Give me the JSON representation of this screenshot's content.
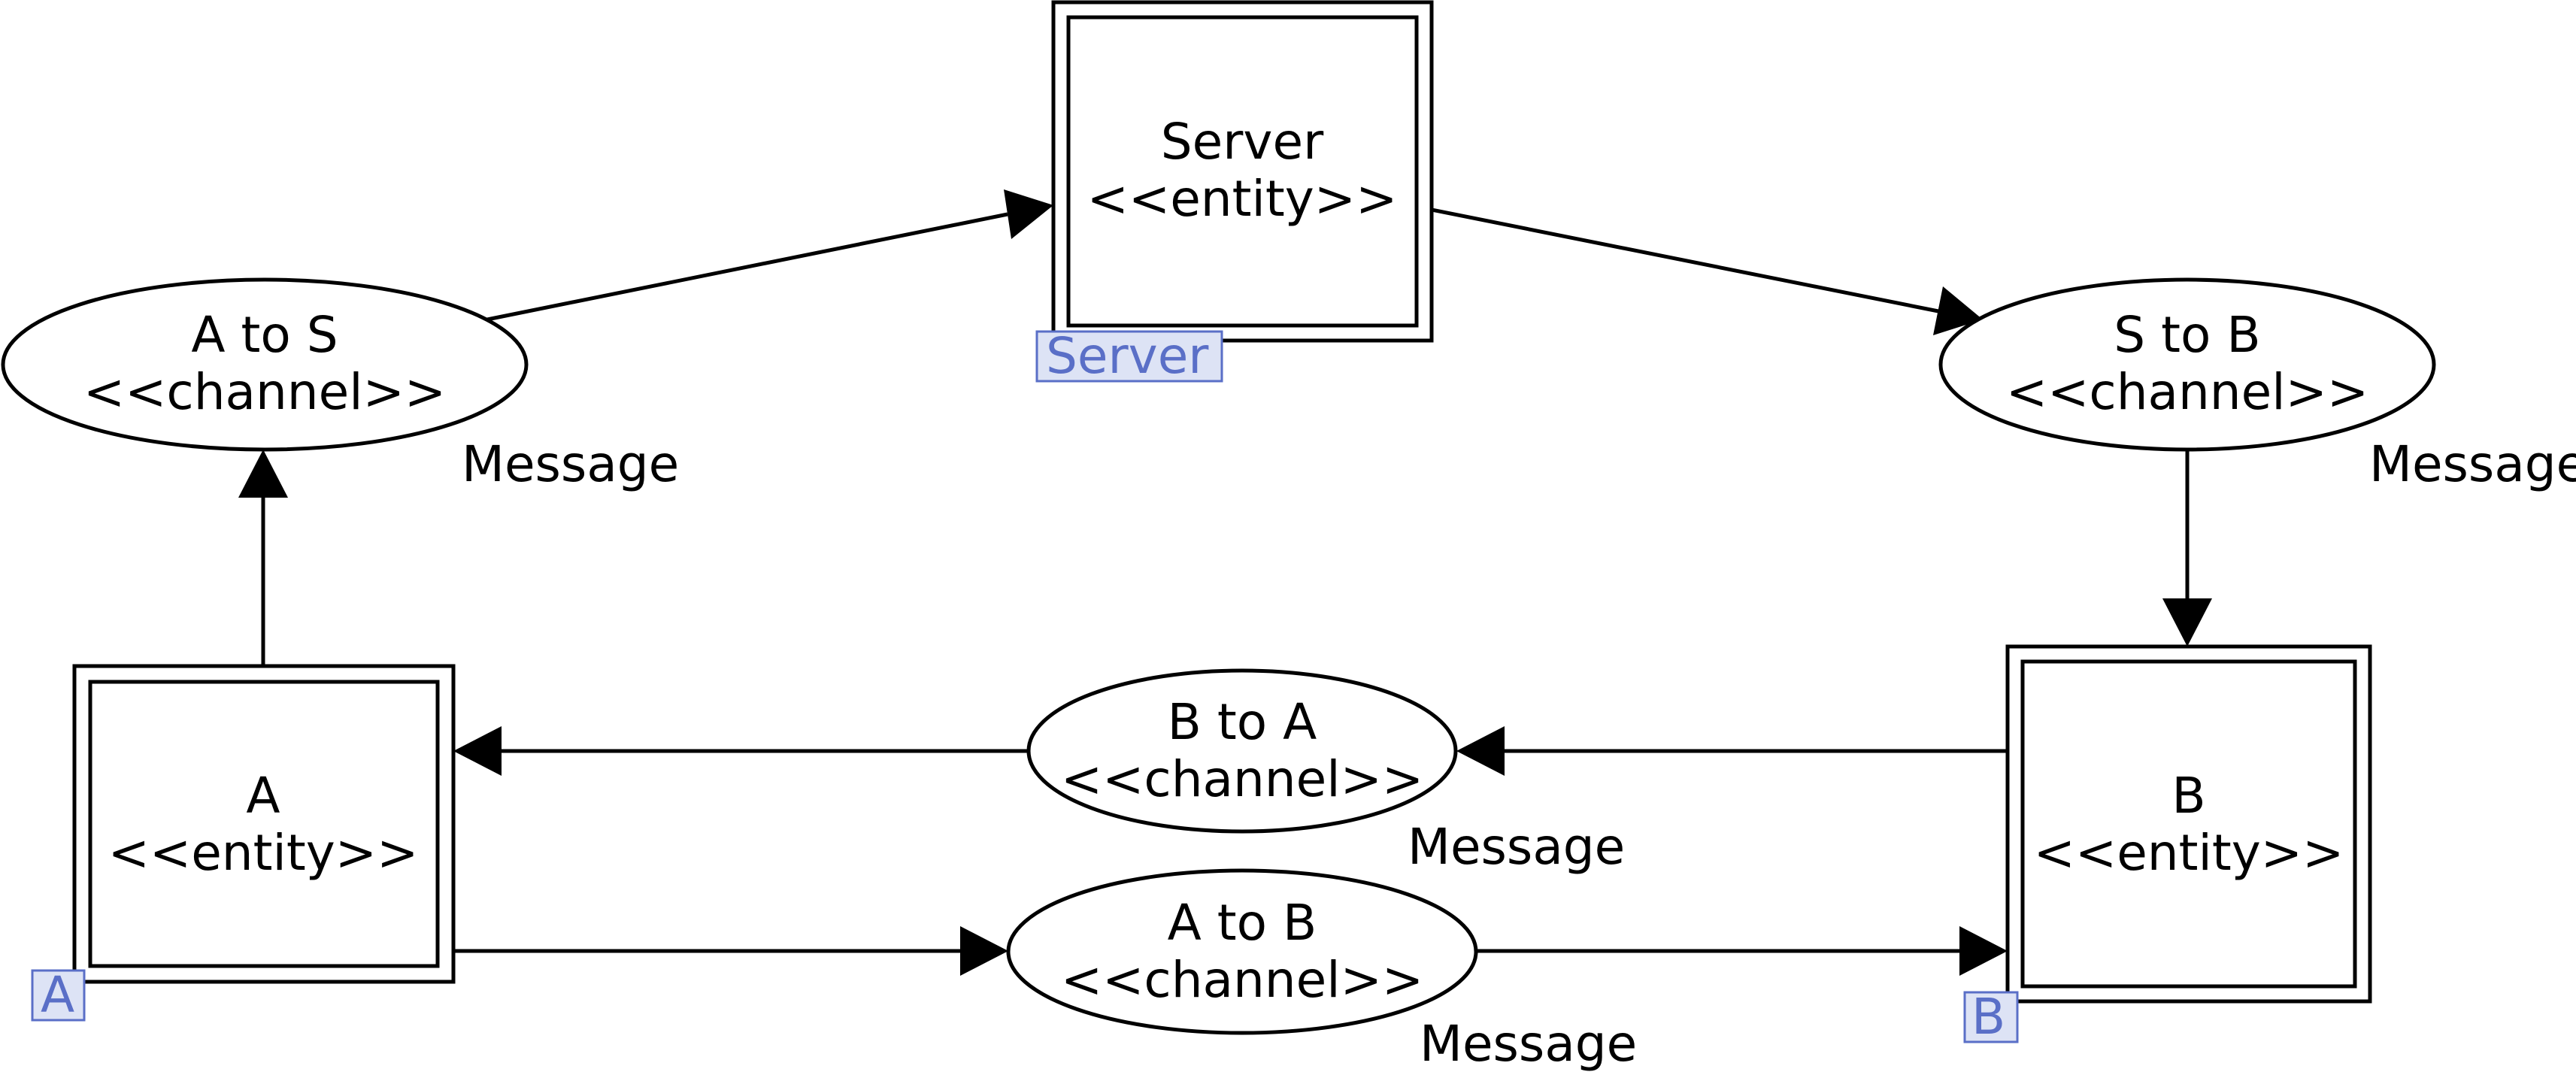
{
  "palette": {
    "line": "#000000",
    "tag_fill": "#dde3f5",
    "tag_text": "#5a6fc7",
    "background": "#ffffff"
  },
  "entities": {
    "server": {
      "name": "Server",
      "stereotype": "<<entity>>",
      "tag": "Server"
    },
    "a": {
      "name": "A",
      "stereotype": "<<entity>>",
      "tag": "A"
    },
    "b": {
      "name": "B",
      "stereotype": "<<entity>>",
      "tag": "B"
    }
  },
  "channels": {
    "a_to_s": {
      "name": "A to S",
      "stereotype": "<<channel>>",
      "type": "Message"
    },
    "s_to_b": {
      "name": "S to B",
      "stereotype": "<<channel>>",
      "type": "Message"
    },
    "b_to_a": {
      "name": "B to A",
      "stereotype": "<<channel>>",
      "type": "Message"
    },
    "a_to_b": {
      "name": "A to B",
      "stereotype": "<<channel>>",
      "type": "Message"
    }
  }
}
